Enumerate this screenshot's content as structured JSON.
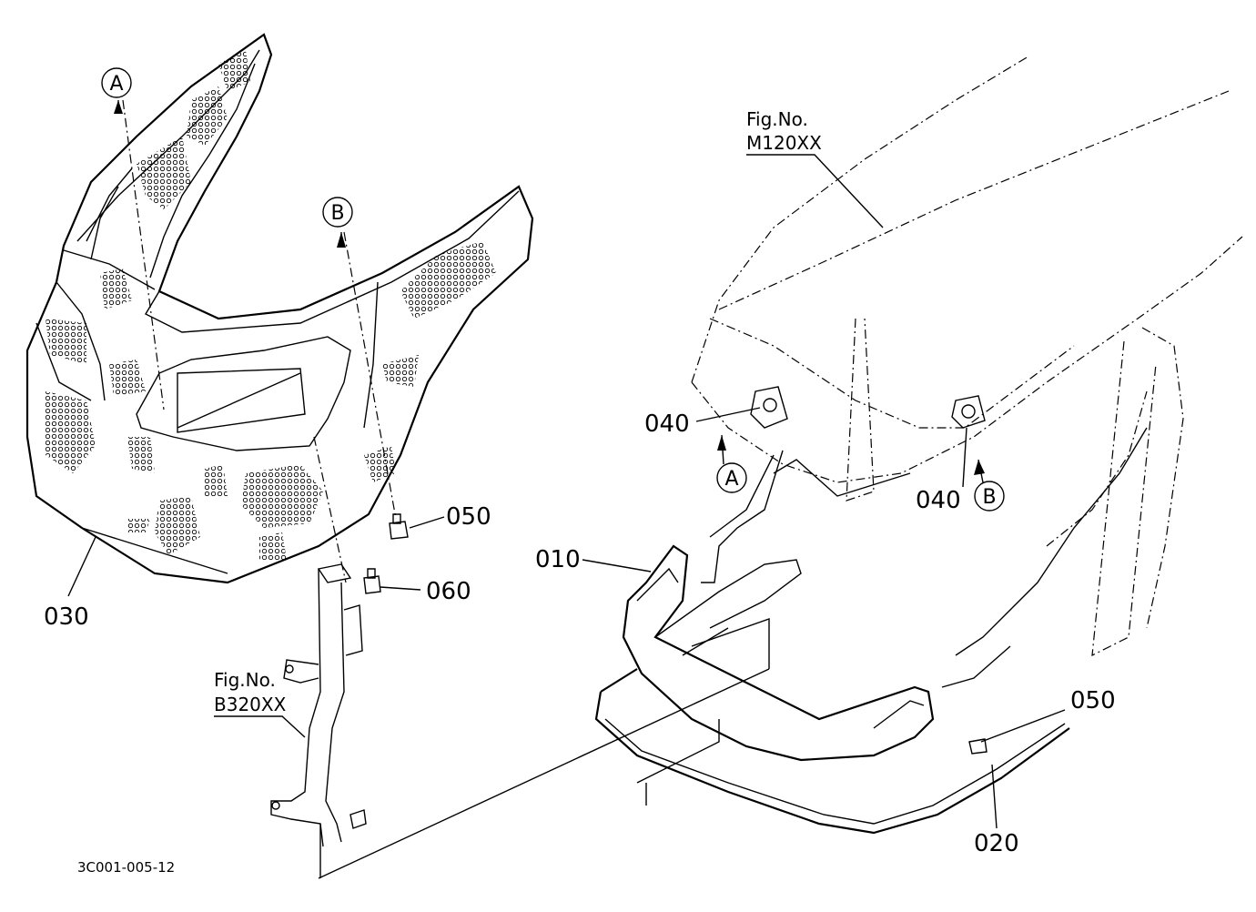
{
  "drawing": {
    "code": "3C001-005-12",
    "fig_refs": [
      {
        "label": "Fig.No.",
        "number": "M120XX"
      },
      {
        "label": "Fig.No.",
        "number": "B320XX"
      }
    ],
    "parts": {
      "p010": "010",
      "p020": "020",
      "p030": "030",
      "p040a": "040",
      "p040b": "040",
      "p050a": "050",
      "p050b": "050",
      "p060": "060"
    },
    "markers": {
      "a_left": "A",
      "b_left": "B",
      "a_right": "A",
      "b_right": "B"
    }
  }
}
